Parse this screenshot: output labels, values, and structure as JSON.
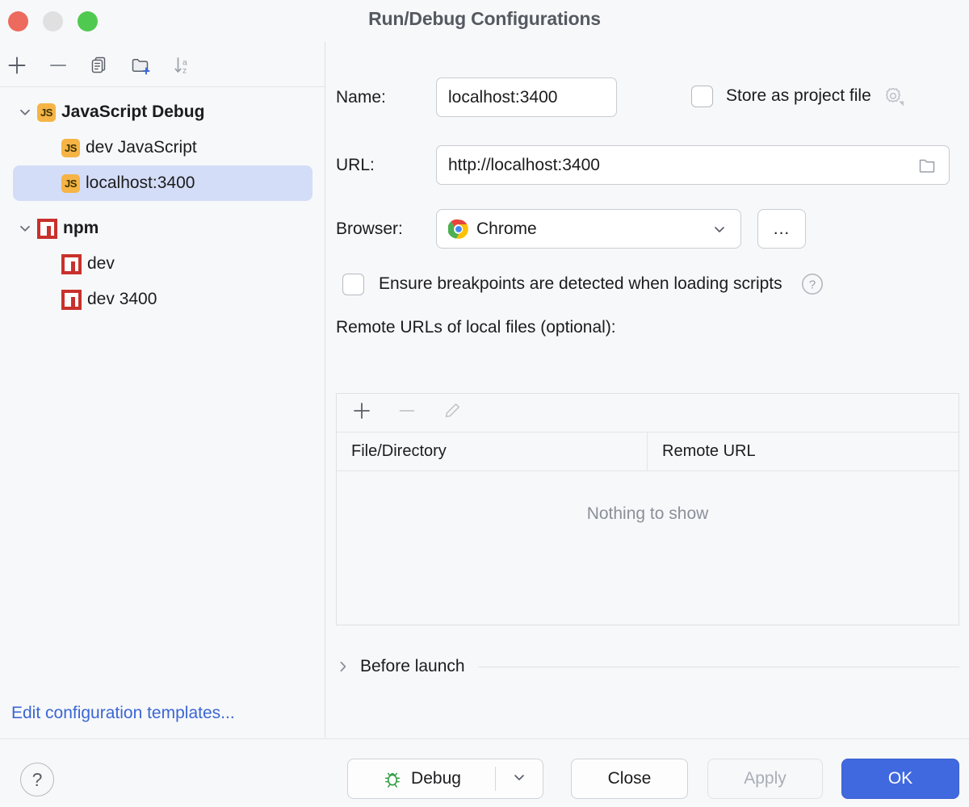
{
  "window": {
    "title": "Run/Debug Configurations",
    "traffic_lights": [
      "close",
      "minimize",
      "zoom"
    ]
  },
  "sidebar": {
    "toolbar": [
      {
        "name": "add",
        "icon": "plus-icon"
      },
      {
        "name": "remove",
        "icon": "minus-icon"
      },
      {
        "name": "copy",
        "icon": "copy-icon"
      },
      {
        "name": "new-folder",
        "icon": "folder-add-icon"
      },
      {
        "name": "sort",
        "icon": "sort-az-icon"
      }
    ],
    "tree": [
      {
        "label": "JavaScript Debug",
        "icon": "js-icon",
        "level": 0,
        "expanded": true,
        "bold": true,
        "selected": false
      },
      {
        "label": "dev JavaScript",
        "icon": "js-icon",
        "level": 1,
        "expanded": null,
        "bold": false,
        "selected": false
      },
      {
        "label": "localhost:3400",
        "icon": "js-icon",
        "level": 1,
        "expanded": null,
        "bold": false,
        "selected": true
      },
      {
        "label": "npm",
        "icon": "npm-icon",
        "level": 0,
        "expanded": true,
        "bold": true,
        "selected": false
      },
      {
        "label": "dev",
        "icon": "npm-icon",
        "level": 1,
        "expanded": null,
        "bold": false,
        "selected": false
      },
      {
        "label": "dev 3400",
        "icon": "npm-icon",
        "level": 1,
        "expanded": null,
        "bold": false,
        "selected": false
      }
    ],
    "edit_templates_link": "Edit configuration templates..."
  },
  "form": {
    "name_label": "Name:",
    "name_value": "localhost:3400",
    "store_as_project_file_label": "Store as project file",
    "store_as_project_file_checked": false,
    "url_label": "URL:",
    "url_value": "http://localhost:3400",
    "browser_label": "Browser:",
    "browser_value": "Chrome",
    "browser_more_label": "...",
    "ensure_breakpoints_label": "Ensure breakpoints are detected when loading scripts",
    "ensure_breakpoints_checked": false,
    "remote_urls_label": "Remote URLs of local files (optional):"
  },
  "table": {
    "toolbar": [
      {
        "name": "add-row",
        "icon": "plus-icon",
        "enabled": true
      },
      {
        "name": "remove-row",
        "icon": "minus-icon",
        "enabled": false
      },
      {
        "name": "edit-row",
        "icon": "pencil-icon",
        "enabled": false
      }
    ],
    "columns": [
      "File/Directory",
      "Remote URL"
    ],
    "rows": [],
    "empty_text": "Nothing to show"
  },
  "before_launch": {
    "label": "Before launch",
    "expanded": false
  },
  "footer": {
    "help_label": "?",
    "debug_label": "Debug",
    "close_label": "Close",
    "apply_label": "Apply",
    "apply_enabled": false,
    "ok_label": "OK"
  },
  "colors": {
    "accent": "#4169df",
    "link": "#3b66d4",
    "selection": "#d4ddf7",
    "js_badge": "#f5b445",
    "npm_badge": "#c9312c",
    "background": "#f7f8fa"
  }
}
